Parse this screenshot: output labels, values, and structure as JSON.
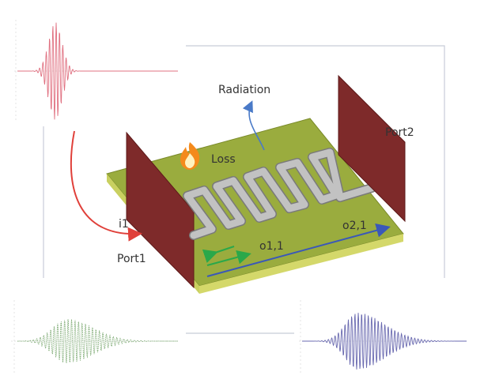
{
  "labels": {
    "radiation": "Radiation",
    "loss": "Loss",
    "port1": "Port1",
    "port2": "Port2",
    "incident": "i1",
    "reflected": "o1,1",
    "transmitted": "o2,1"
  },
  "icons": {
    "loss": "flame-icon"
  },
  "colors": {
    "substrate_top": "#9aac3e",
    "substrate_edge": "#d4d86a",
    "port_plate": "#7e2a2a",
    "trace": "#c2c2c2",
    "incident_arrow": "#e0403a",
    "reflected_arrow": "#2aa84a",
    "transmitted_arrow": "#3a58b8",
    "radiation_arrow": "#4a7ac8",
    "incident_pulse": "#e07080",
    "reflected_pulse": "#7aa870",
    "transmitted_pulse": "#6a6ab0",
    "frame": "#c8ccd8"
  }
}
